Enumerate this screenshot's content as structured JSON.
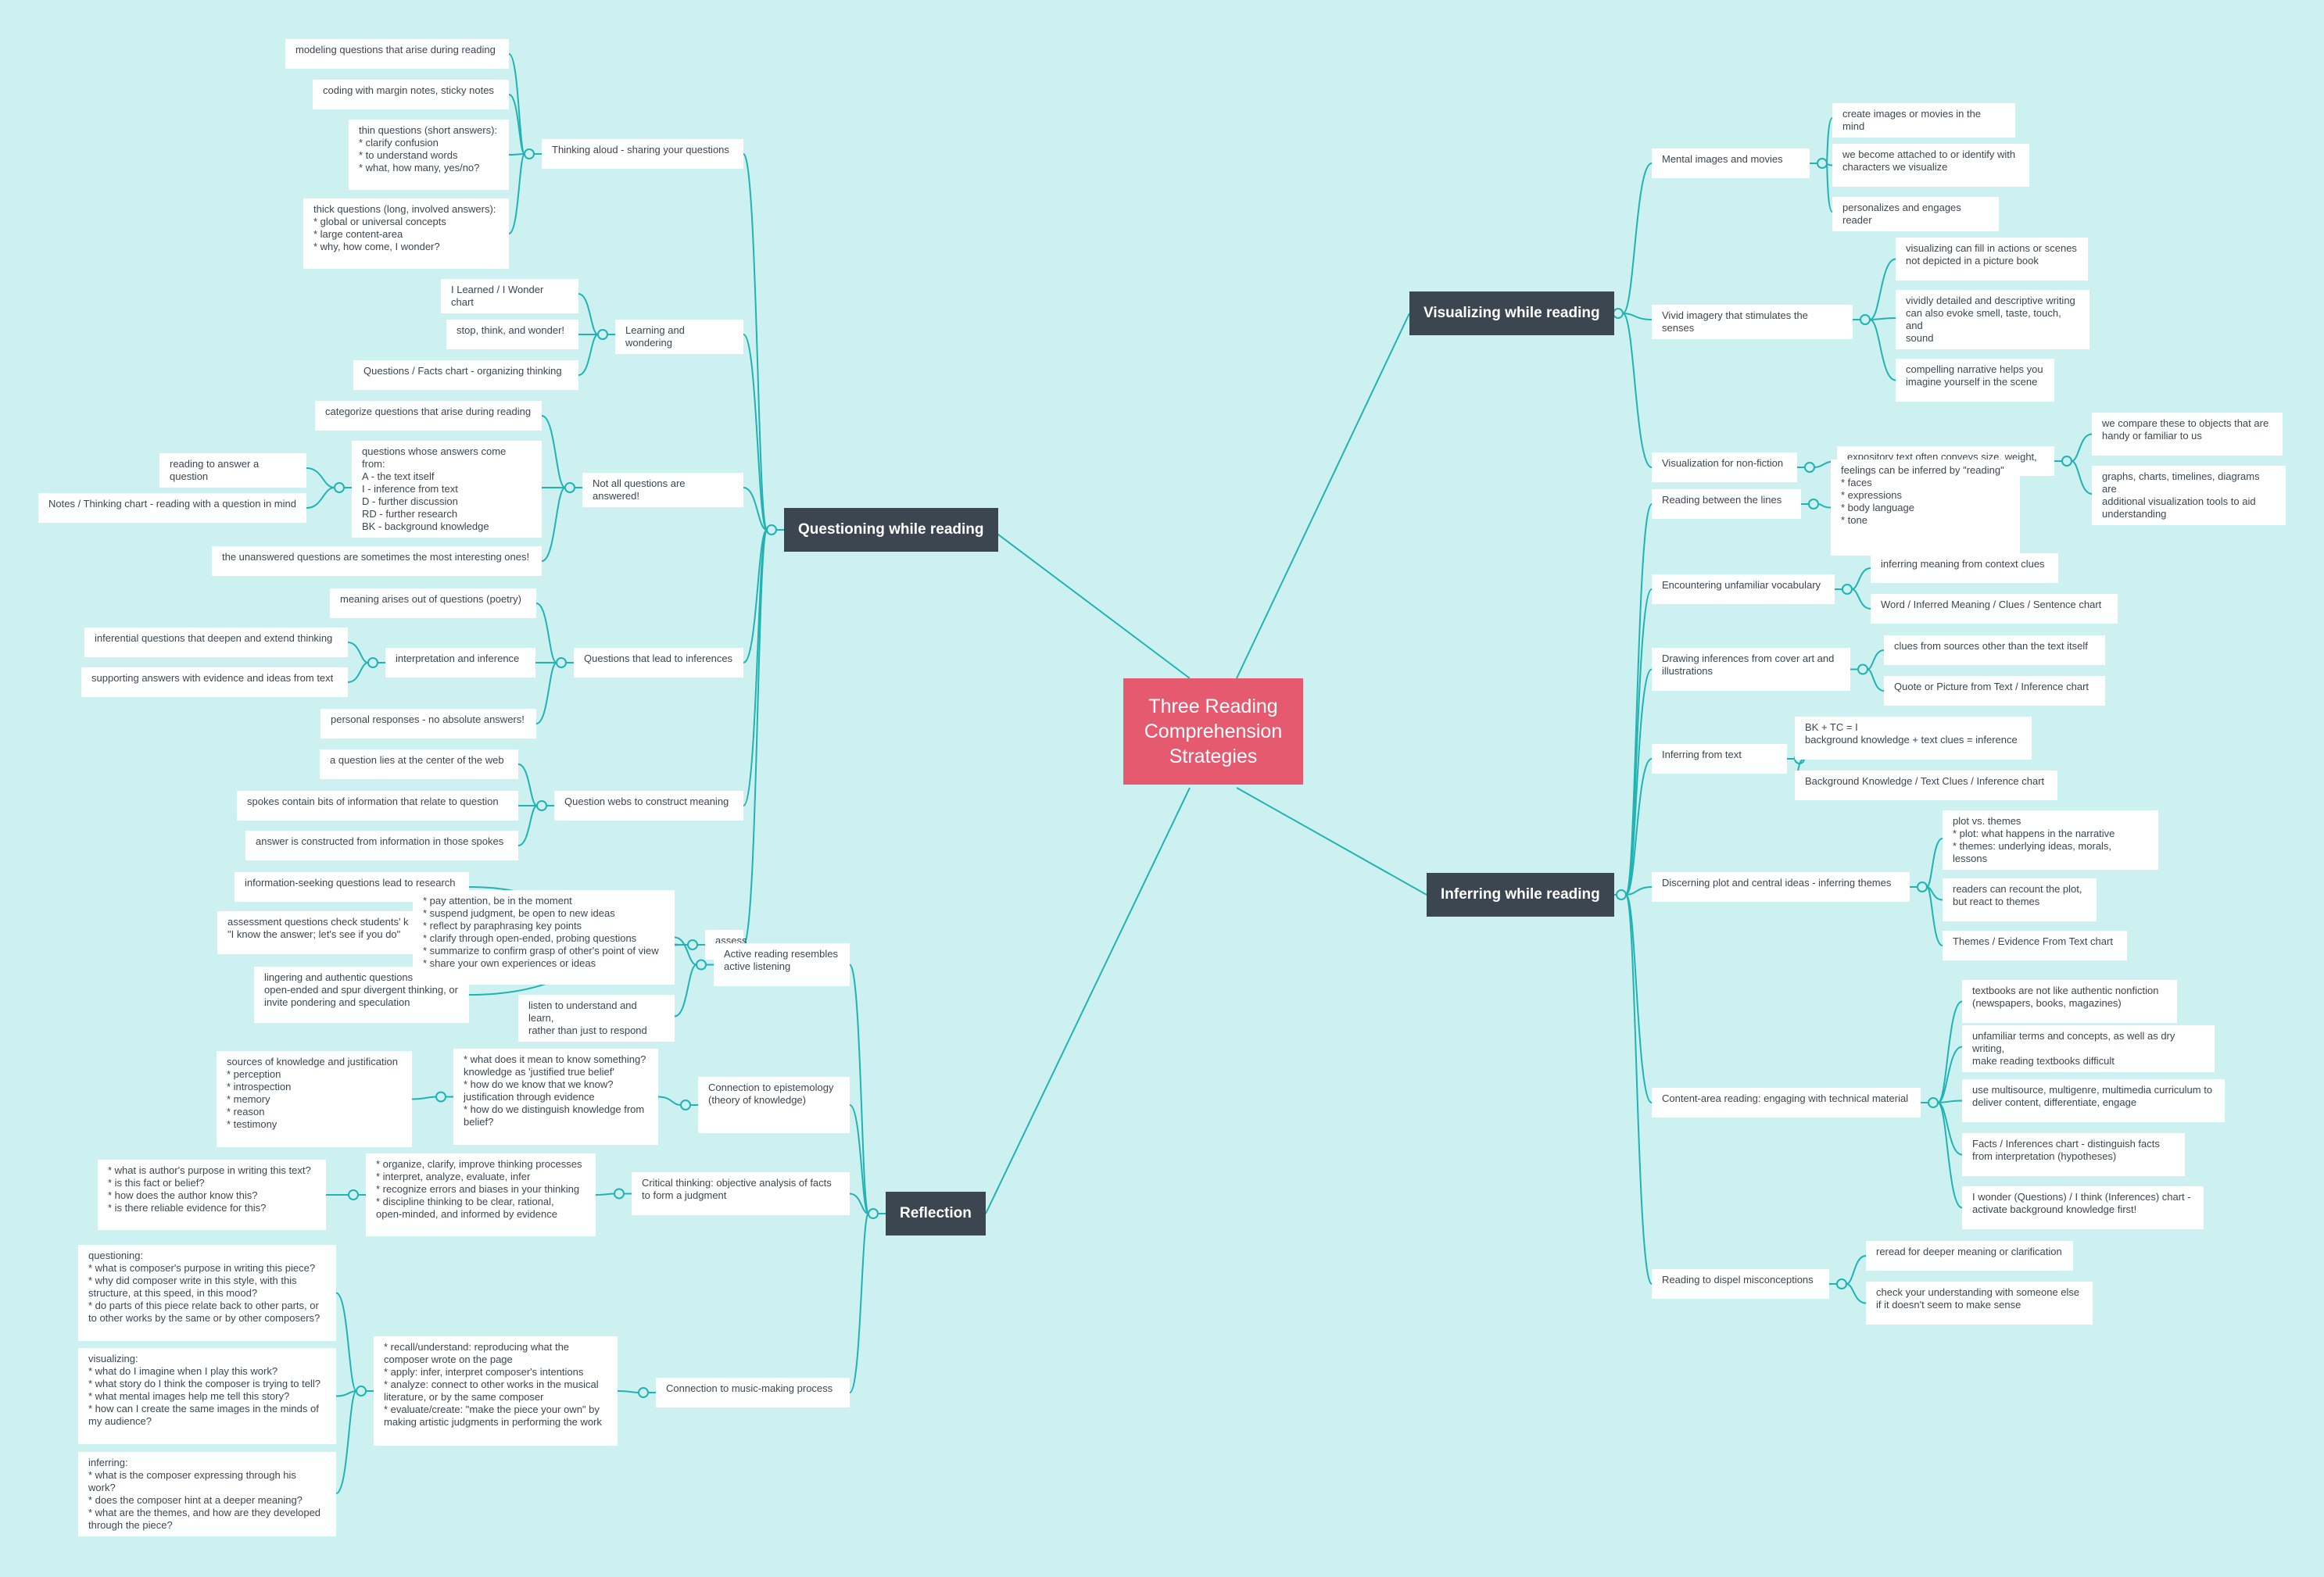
{
  "theme": {
    "background": "#cdf1f1",
    "connector": "#22b2b2",
    "central_fill": "#e65a70",
    "main_fill": "#3b4650",
    "leaf_fill": "#ffffff",
    "leaf_text": "#3c4650"
  },
  "mindmap": {
    "central": "Three Reading\nComprehension\nStrategies",
    "branches": [
      {
        "title": "Questioning while reading",
        "children": [
          {
            "text": "Thinking aloud - sharing your questions",
            "children": [
              {
                "text": "modeling questions that arise during reading"
              },
              {
                "text": "coding with margin notes, sticky notes"
              },
              {
                "text": "thin questions (short answers):\n* clarify confusion\n* to understand words\n* what, how many, yes/no?"
              },
              {
                "text": "thick questions (long, involved answers):\n* global or universal concepts\n* large content-area\n* why, how come, I wonder?"
              }
            ]
          },
          {
            "text": "Learning and wondering",
            "children": [
              {
                "text": "I Learned / I Wonder chart"
              },
              {
                "text": "stop, think, and wonder!"
              },
              {
                "text": "Questions / Facts chart - organizing thinking"
              }
            ]
          },
          {
            "text": "Not all questions are answered!",
            "children": [
              {
                "text": "categorize questions that arise during reading"
              },
              {
                "text": "questions whose answers come from:\nA - the text itself\nI - inference from text\nD - further discussion\nRD - further research\nBK - background knowledge",
                "children": [
                  {
                    "text": "reading to answer a question"
                  },
                  {
                    "text": "Notes / Thinking chart - reading with a question in mind"
                  }
                ]
              },
              {
                "text": "the unanswered questions are sometimes the most interesting ones!"
              }
            ]
          },
          {
            "text": "Questions that lead to inferences",
            "children": [
              {
                "text": "meaning arises out of questions (poetry)"
              },
              {
                "text": "interpretation and inference",
                "children": [
                  {
                    "text": "inferential questions that deepen and extend thinking"
                  },
                  {
                    "text": "supporting answers with evidence and ideas from text"
                  }
                ]
              },
              {
                "text": "personal responses - no absolute answers!"
              }
            ]
          },
          {
            "text": "Question webs to construct meaning",
            "children": [
              {
                "text": "a question lies at the center of the web"
              },
              {
                "text": "spokes contain bits of information that relate to question"
              },
              {
                "text": "answer is constructed from information in those spokes"
              }
            ]
          },
          {
            "text": "assess",
            "children": [
              {
                "text": "information-seeking questions lead to research"
              },
              {
                "text": "assessment questions check students' k\n\"I know the answer; let's see if you do\""
              },
              {
                "text": "lingering and authentic questions\nopen-ended and spur divergent thinking, or\ninvite pondering and speculation"
              }
            ]
          }
        ]
      },
      {
        "title": "Reflection",
        "children": [
          {
            "text": "Active reading resembles\nactive listening",
            "children": [
              {
                "text": "* pay attention, be in the moment\n* suspend judgment, be open to new ideas\n* reflect by paraphrasing key points\n* clarify through open-ended, probing questions\n* summarize to confirm grasp of other's point of view\n* share your own experiences or ideas"
              },
              {
                "text": "listen to understand and learn,\nrather than just to respond"
              }
            ]
          },
          {
            "text": "Connection to epistemology\n(theory of knowledge)",
            "children": [
              {
                "text": "* what does it mean to know something?\nknowledge as 'justified true belief'\n* how do we know that we know?\njustification through evidence\n* how do we distinguish knowledge from\nbelief?",
                "children": [
                  {
                    "text": "sources of knowledge and justification\n* perception\n* introspection\n* memory\n* reason\n* testimony"
                  }
                ]
              }
            ]
          },
          {
            "text": "Critical thinking: objective analysis of facts\nto form a judgment",
            "children": [
              {
                "text": "* organize, clarify, improve thinking processes\n* interpret, analyze, evaluate, infer\n* recognize errors and biases in your thinking\n* discipline thinking to be clear, rational,\nopen-minded, and informed by evidence",
                "children": [
                  {
                    "text": "* what is author's purpose in writing this text?\n* is this fact or belief?\n* how does the author know this?\n* is there reliable evidence for this?"
                  }
                ]
              }
            ]
          },
          {
            "text": "Connection to music-making process",
            "children": [
              {
                "text": "* recall/understand: reproducing what the\ncomposer wrote on the page\n* apply: infer, interpret composer's intentions\n* analyze: connect to other works in the musical\nliterature, or by the same composer\n* evaluate/create: \"make the piece your own\" by\nmaking artistic judgments in performing the work",
                "children": [
                  {
                    "text": "questioning:\n* what is composer's purpose in writing this piece?\n* why did composer write in this style, with this\nstructure, at this speed, in this mood?\n* do parts of this piece relate back to other parts, or\nto other works by the same or by other composers?"
                  },
                  {
                    "text": "visualizing:\n* what do I imagine when I play this work?\n* what story do I think the composer is trying to tell?\n* what mental images help me tell this story?\n* how can I create the same images in the minds of\nmy audience?"
                  },
                  {
                    "text": "inferring:\n* what is the composer expressing through his work?\n* does the composer hint at a deeper meaning?\n* what are the themes, and how are they developed\nthrough the piece?"
                  }
                ]
              }
            ]
          }
        ]
      },
      {
        "title": "Visualizing while reading",
        "children": [
          {
            "text": "Mental images and movies",
            "children": [
              {
                "text": "create images or movies in the mind"
              },
              {
                "text": "we become attached to or identify with\ncharacters we visualize"
              },
              {
                "text": "personalizes and engages reader"
              }
            ]
          },
          {
            "text": "Vivid imagery that stimulates the senses",
            "children": [
              {
                "text": "visualizing can fill in actions or scenes\nnot depicted in a picture book"
              },
              {
                "text": "vividly detailed and descriptive writing\ncan also evoke smell, taste, touch, and\nsound"
              },
              {
                "text": "compelling narrative helps you\nimagine yourself in the scene"
              }
            ]
          },
          {
            "text": "Visualization for non-fiction",
            "children": [
              {
                "text": "expository text often conveys size, weight,",
                "children": [
                  {
                    "text": "we compare these to objects that are\nhandy or familiar to us"
                  },
                  {
                    "text": "graphs, charts, timelines, diagrams are\nadditional visualization tools to aid\nunderstanding"
                  }
                ]
              }
            ]
          }
        ]
      },
      {
        "title": "Inferring while reading",
        "children": [
          {
            "text": "Reading between the lines",
            "children": [
              {
                "text": "feelings can be inferred by \"reading\"\n* faces\n* expressions\n* body language\n* tone"
              }
            ]
          },
          {
            "text": "Encountering unfamiliar vocabulary",
            "children": [
              {
                "text": "inferring meaning from context clues"
              },
              {
                "text": "Word / Inferred Meaning / Clues / Sentence chart"
              }
            ]
          },
          {
            "text": "Drawing inferences from cover art and\nillustrations",
            "children": [
              {
                "text": "clues from sources other than the text itself"
              },
              {
                "text": "Quote or Picture from Text / Inference chart"
              }
            ]
          },
          {
            "text": "Inferring from text",
            "children": [
              {
                "text": "BK + TC = I\nbackground knowledge + text clues = inference"
              },
              {
                "text": "Background Knowledge / Text Clues / Inference chart"
              }
            ]
          },
          {
            "text": "Discerning plot and central ideas - inferring themes",
            "children": [
              {
                "text": "plot vs. themes\n* plot: what happens in the narrative\n* themes: underlying ideas, morals, lessons"
              },
              {
                "text": "readers can recount the plot,\nbut react to themes"
              },
              {
                "text": "Themes / Evidence From Text chart"
              }
            ]
          },
          {
            "text": "Content-area reading: engaging with technical material",
            "children": [
              {
                "text": "textbooks are not like authentic nonfiction\n(newspapers, books, magazines)"
              },
              {
                "text": "unfamiliar terms and concepts, as well as dry writing,\nmake reading textbooks difficult"
              },
              {
                "text": "use multisource, multigenre, multimedia curriculum to\ndeliver content, differentiate, engage"
              },
              {
                "text": "Facts / Inferences chart - distinguish facts\nfrom interpretation (hypotheses)"
              },
              {
                "text": "I wonder (Questions) / I think (Inferences) chart -\nactivate background knowledge first!"
              }
            ]
          },
          {
            "text": "Reading to dispel misconceptions",
            "children": [
              {
                "text": "reread for deeper meaning or clarification"
              },
              {
                "text": "check your understanding with someone else\nif it doesn't seem to make sense"
              }
            ]
          }
        ]
      }
    ]
  }
}
